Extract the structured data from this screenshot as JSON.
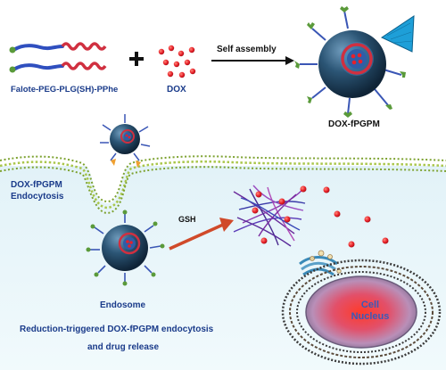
{
  "labels": {
    "polymer": "Falote-PEG-PLG(SH)-PPhe",
    "drug": "DOX",
    "process": "Self assembly",
    "micelle": "DOX-fPGPM",
    "endocytosis_line1": "DOX-fPGPM",
    "endocytosis_line2": "Endocytosis",
    "trigger": "GSH",
    "endosome": "Endosome",
    "nucleus_line1": "Cell",
    "nucleus_line2": "Nucleus",
    "caption_line1": "Reduction-triggered DOX-fPGPM  endocytosis",
    "caption_line2": "and drug release"
  },
  "colors": {
    "peg_chain": "#2f4fbf",
    "plg_chain": "#d03040",
    "drug_dot": "#e8202a",
    "micelle_core": "#1c3b57",
    "ligand": "#5a9a3a",
    "cell_bg": "#eaf6fa",
    "membrane": "#a9c64a",
    "nucleus_core": "#e0302a",
    "nucleus_label": "#3a5ab8",
    "arrow": "#d04a2a"
  },
  "icons": [
    "plus-icon",
    "right-arrow-icon",
    "micelle-icon",
    "cell-membrane-icon",
    "nucleus-icon",
    "fiber-network-icon",
    "golgi-icon"
  ]
}
